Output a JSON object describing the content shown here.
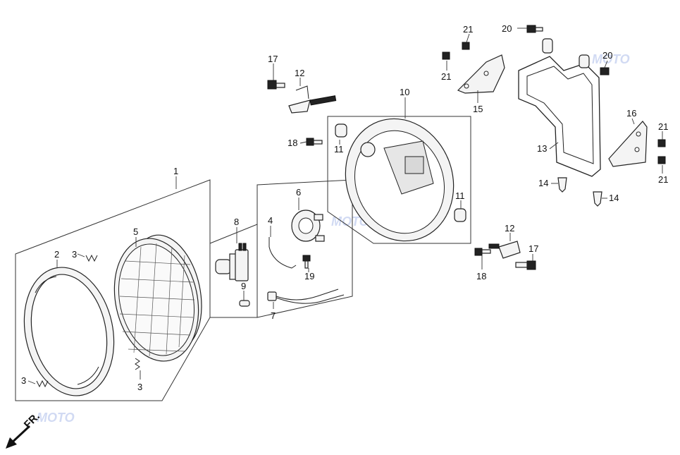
{
  "watermark": {
    "text": "MOTO"
  },
  "direction_marker": {
    "text": "FR."
  },
  "callouts": {
    "c1": "1",
    "c2": "2",
    "c3a": "3",
    "c3b": "3",
    "c3c": "3",
    "c4": "4",
    "c5": "5",
    "c6": "6",
    "c7": "7",
    "c8": "8",
    "c9": "9",
    "c10": "10",
    "c11a": "11",
    "c11b": "11",
    "c12a": "12",
    "c12b": "12",
    "c13": "13",
    "c14a": "14",
    "c14b": "14",
    "c15": "15",
    "c16": "16",
    "c17a": "17",
    "c17b": "17",
    "c18a": "18",
    "c18b": "18",
    "c19": "19",
    "c20a": "20",
    "c20b": "20",
    "c21a": "21",
    "c21b": "21",
    "c21c": "21",
    "c21d": "21"
  }
}
